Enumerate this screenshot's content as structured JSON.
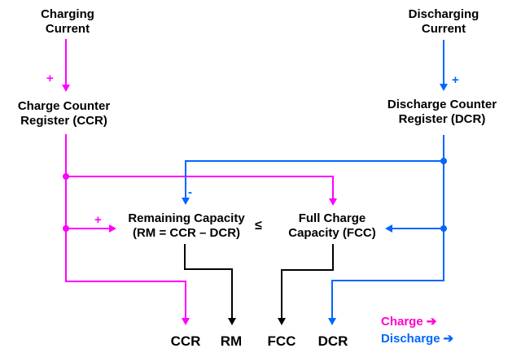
{
  "title": "Battery charge and discharge counter register diagram",
  "colors": {
    "charge_line": "#FF00FF",
    "charge_text": "#FF00CC",
    "discharge": "#0066FF",
    "text": "#000000",
    "background": "#FFFFFF"
  },
  "nodes": {
    "charging_current": "Charging\nCurrent",
    "discharging_current": "Discharging\nCurrent",
    "charge_counter_register": "Charge Counter\nRegister (CCR)",
    "discharge_counter_register": "Discharge Counter\nRegister (DCR)",
    "remaining_capacity": "Remaining Capacity\n(RM = CCR – DCR)",
    "full_charge_capacity": "Full Charge\nCapacity (FCC)",
    "comparator": "≤"
  },
  "signs": {
    "charge_plus": "+",
    "discharge_plus": "+",
    "remaining_plus": "+",
    "remaining_minus": "-"
  },
  "outputs": [
    "CCR",
    "RM",
    "FCC",
    "DCR"
  ],
  "legend": [
    {
      "label": "Charge",
      "arrow": "➔",
      "color": "#FF00CC"
    },
    {
      "label": "Discharge",
      "arrow": "➔",
      "color": "#0066FF"
    }
  ]
}
